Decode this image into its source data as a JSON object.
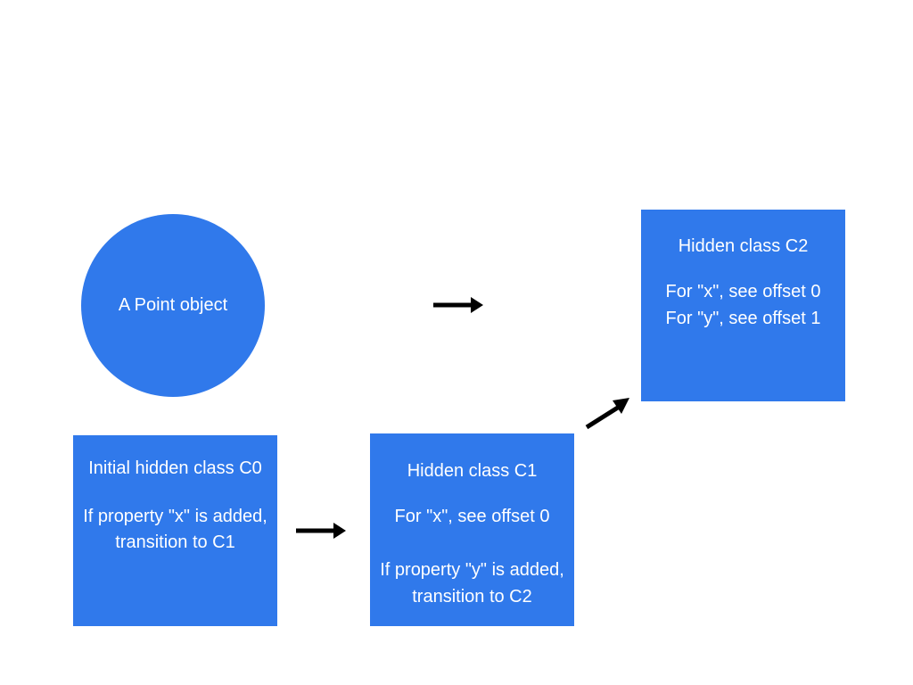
{
  "point": {
    "label": "A Point object"
  },
  "c0": {
    "title": "Initial hidden class C0",
    "line1": "If property \"x\" is added,",
    "line2": "transition to C1"
  },
  "c1": {
    "title": "Hidden class C1",
    "offset_x": "For \"x\", see offset 0",
    "line1": "If property \"y\" is added,",
    "line2": "transition to C2"
  },
  "c2": {
    "title": "Hidden class C2",
    "offset_x": "For \"x\", see offset 0",
    "offset_y": "For \"y\", see offset 1"
  },
  "colors": {
    "node_fill": "#3079eb",
    "node_text": "#ffffff",
    "arrow": "#000000",
    "background": "#ffffff"
  }
}
